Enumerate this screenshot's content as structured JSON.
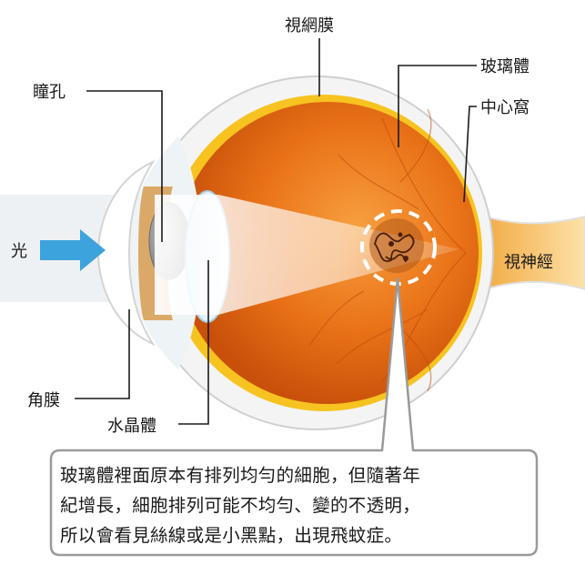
{
  "labels": {
    "retina": "視網膜",
    "vitreous": "玻璃體",
    "fovea": "中心窩",
    "pupil": "瞳孔",
    "light": "光",
    "optic_nerve": "視神經",
    "cornea": "角膜",
    "lens": "水晶體"
  },
  "callout": {
    "lines": [
      "玻璃體裡面原本有排列均勻的細胞，但隨著年",
      "紀增長，細胞排列可能不均勻、變的不透明，",
      "所以會看見絲線或是小黑點，出現飛蚊症。"
    ]
  },
  "colors": {
    "arrow": "#3da3dc",
    "eyeball": "#e86a12",
    "sclera": "#f3f3f3",
    "callout_border": "#9a9a9a"
  }
}
